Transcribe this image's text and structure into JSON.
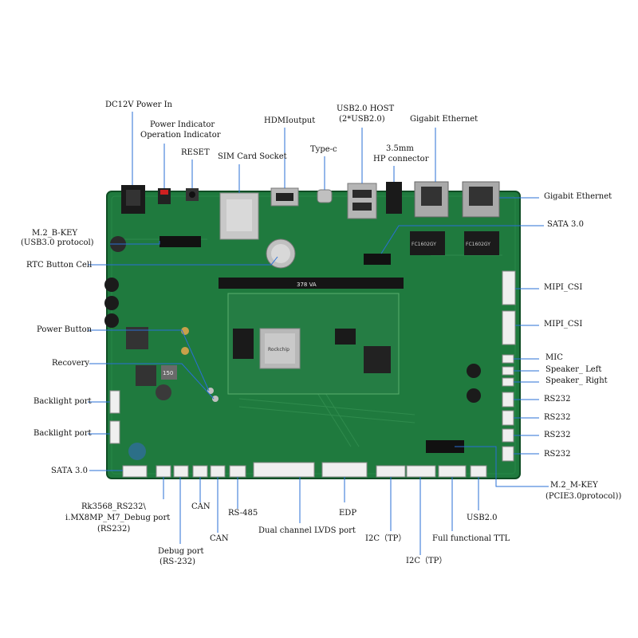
{
  "labels": {
    "dc12v": "DC12V Power In",
    "power_indicator": "Power Indicator",
    "operation_indicator": "Operation Indicator",
    "reset": "RESET",
    "sim": "SIM Card Socket",
    "hdmi": "HDMIoutput",
    "usb20_host": "USB2.0 HOST",
    "usb20_host_sub": "(2*USB2.0)",
    "typec": "Type-c",
    "hp_35": "3.5mm",
    "hp_conn": "HP connector",
    "gbe_top": "Gigabit Ethernet",
    "gbe_right": "Gigabit Ethernet",
    "m2_bkey": "M.2_B-KEY",
    "m2_bkey_sub": "(USB3.0 protocol)",
    "rtc": "RTC Button Cell",
    "sata_right": "SATA 3.0",
    "mipi1": "MIPI_CSI",
    "mipi2": "MIPI_CSI",
    "mic": "MIC",
    "spk_left": "Speaker_ Left",
    "spk_right": "Speaker_ Right",
    "rs232_1": "RS232",
    "rs232_2": "RS232",
    "rs232_3": "RS232",
    "rs232_4": "RS232",
    "power_button": "Power Button",
    "recovery": "Recovery",
    "backlight1": "Backlight port",
    "backlight2": "Backlight port",
    "sata_left": "SATA 3.0",
    "debug1_a": "Rk3568_RS232\\",
    "debug1_b": "i.MX8MP_M7_Debug port",
    "debug1_c": "(RS232)",
    "can1": "CAN",
    "debug2_a": "Debug port",
    "debug2_b": "(RS-232)",
    "can2": "CAN",
    "rs485": "RS-485",
    "lvds": "Dual channel LVDS port",
    "edp": "EDP",
    "i2c1": "I2C（TP）",
    "i2c2": "I2C（TP）",
    "ttl": "Full functional TTL",
    "usb20": "USB2.0",
    "m2_mkey": "M.2_M-KEY",
    "m2_mkey_sub": "(PCIE3.0protocol))"
  },
  "board_text": {
    "slot_marking": "378 VA",
    "soc_brand": "Rockchip",
    "eth_chip_1": "FC1602GY",
    "eth_chip_2": "FC1602GY",
    "inductor_code": "150"
  },
  "colors": {
    "pcb": "#1f7a3e",
    "pcb_dark": "#145c2c",
    "leader": "#2a6fd6",
    "connector_white": "#eeeeee",
    "metal": "#b8b8b8"
  }
}
